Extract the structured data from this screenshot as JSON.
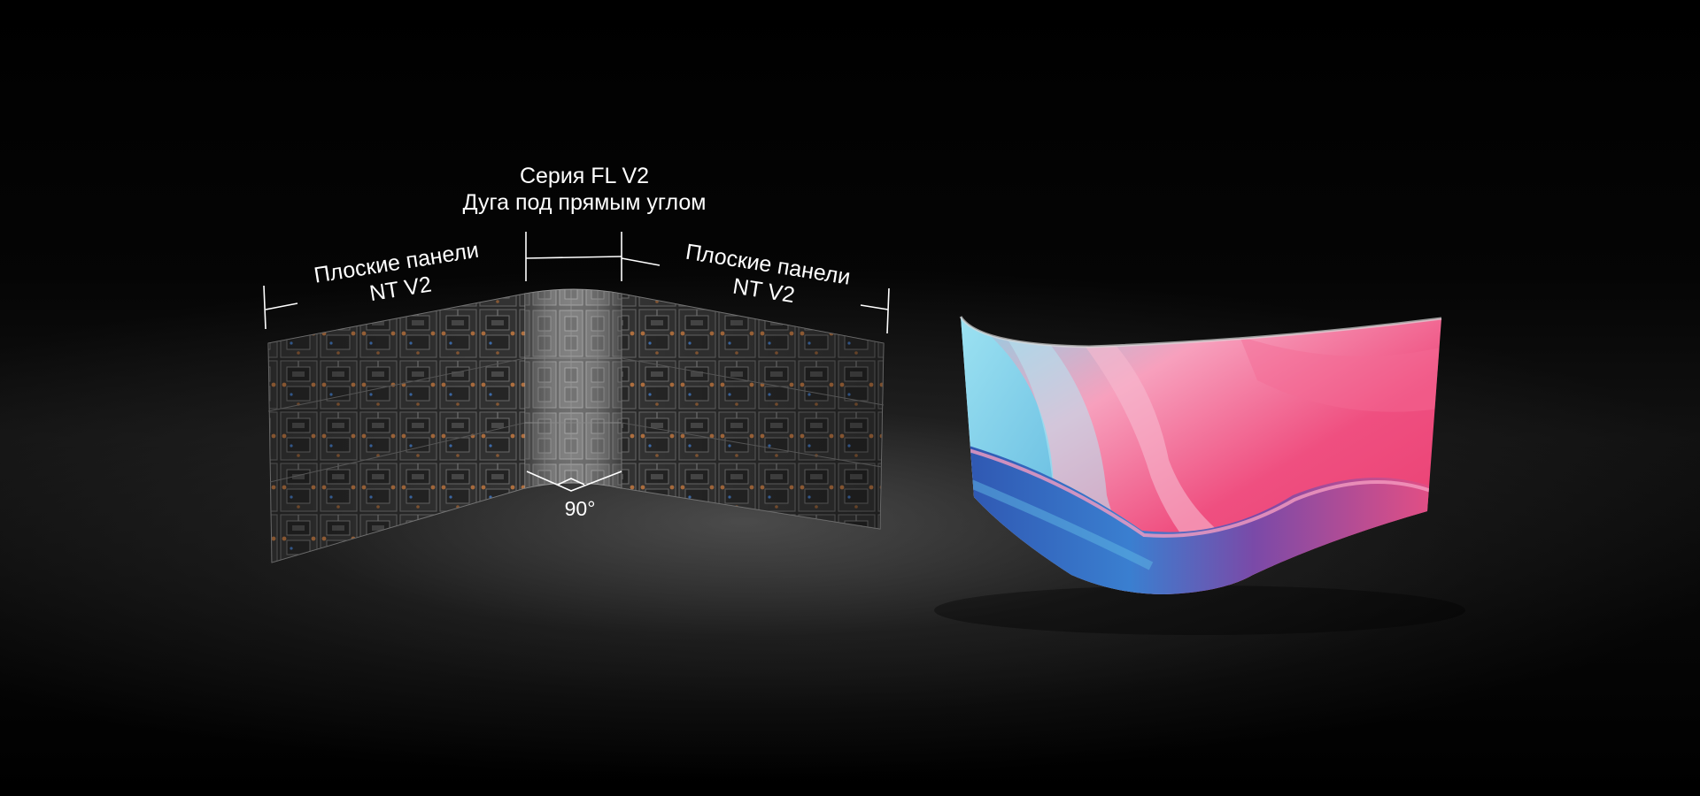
{
  "title_block": {
    "line1": "Серия FL V2",
    "line2": "Дуга под прямым углом"
  },
  "left_panels": {
    "line1": "Плоские панели",
    "line2": "NT V2"
  },
  "right_panels": {
    "line1": "Плоские панели",
    "line2": "NT V2"
  },
  "angle": {
    "label": "90°"
  },
  "colors": {
    "background": "#000000",
    "cabinet_dark": "#2e2e2e",
    "cabinet_light": "#7a7a7a",
    "accent_orange": "#b07040",
    "screen_pink": "#ef4f80",
    "screen_light_pink": "#f7a0bd",
    "screen_cyan": "#7fd6ea",
    "screen_blue": "#2f55b0",
    "screen_purple": "#7a4aa8",
    "dimension_lines": "#ffffff"
  }
}
